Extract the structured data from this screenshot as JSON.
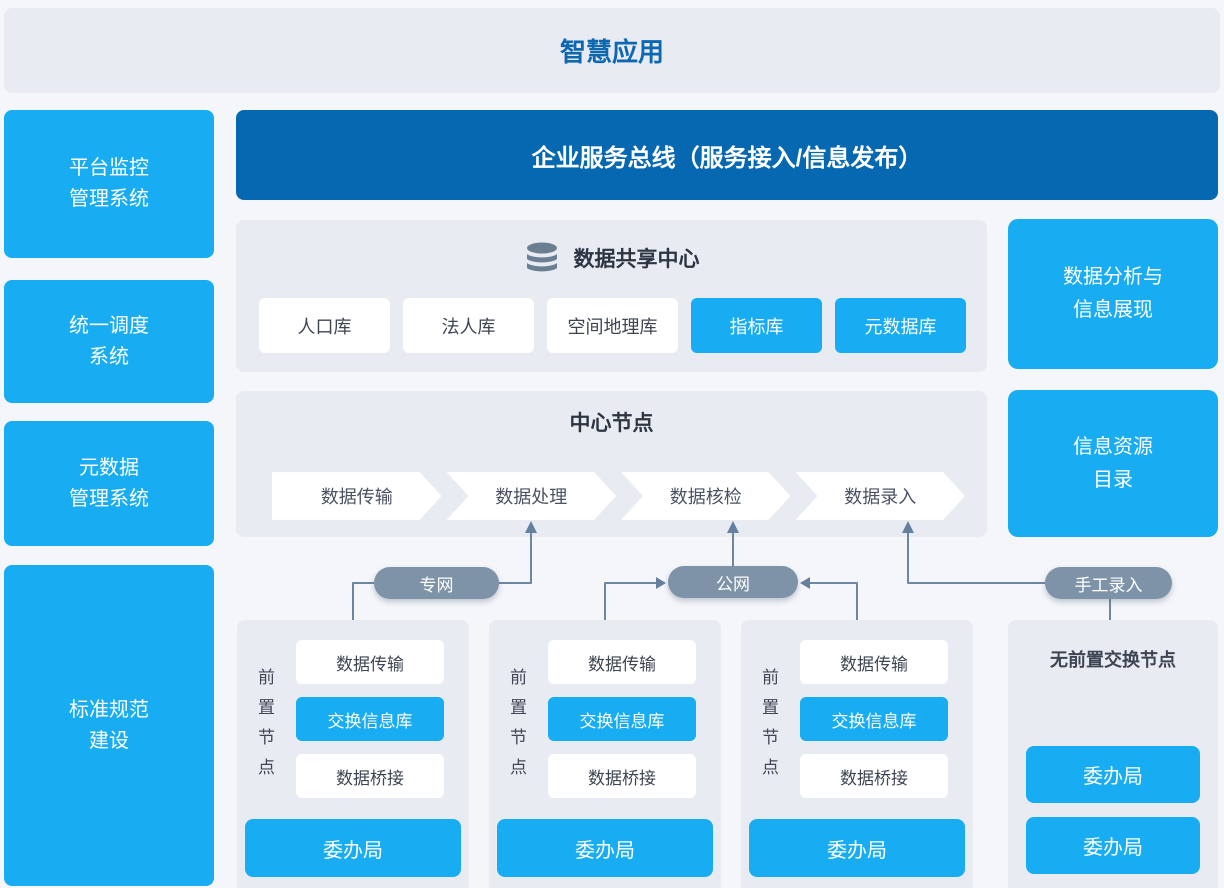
{
  "colors": {
    "accent_blue": "#18adf2",
    "dark_blue": "#0768b2",
    "title_blue": "#0d68b0",
    "panel_gray": "#e9ebf3",
    "pill_gray": "#7e93a8",
    "line_color": "#6d87a2",
    "page_bg": "#f5f6fa"
  },
  "top_banner": {
    "title": "智慧应用"
  },
  "sidebar": {
    "items": [
      {
        "label": "平台监控\n管理系统"
      },
      {
        "label": "统一调度\n系统"
      },
      {
        "label": "元数据\n管理系统"
      },
      {
        "label": "标准规范\n建设"
      }
    ]
  },
  "esb": {
    "label": "企业服务总线（服务接入/信息发布）"
  },
  "data_center": {
    "title": "数据共享中心",
    "icon": "database-icon",
    "items": [
      {
        "label": "人口库",
        "highlighted": false
      },
      {
        "label": "法人库",
        "highlighted": false
      },
      {
        "label": "空间地理库",
        "highlighted": false
      },
      {
        "label": "指标库",
        "highlighted": true
      },
      {
        "label": "元数据库",
        "highlighted": true
      }
    ]
  },
  "center_node": {
    "title": "中心节点",
    "steps": [
      "数据传输",
      "数据处理",
      "数据核检",
      "数据录入"
    ]
  },
  "connectors": {
    "pills": [
      {
        "label": "专网"
      },
      {
        "label": "公网"
      },
      {
        "label": "手工录入"
      }
    ]
  },
  "front_nodes": {
    "side_label": "前置节点",
    "groups": [
      {
        "modules": [
          "数据传输",
          "交换信息库",
          "数据桥接"
        ],
        "agency": "委办局"
      },
      {
        "modules": [
          "数据传输",
          "交换信息库",
          "数据桥接"
        ],
        "agency": "委办局"
      },
      {
        "modules": [
          "数据传输",
          "交换信息库",
          "数据桥接"
        ],
        "agency": "委办局"
      }
    ]
  },
  "right_column": {
    "boxes": [
      {
        "label": "数据分析与\n信息展现"
      },
      {
        "label": "信息资源\n目录"
      }
    ],
    "no_front_node": {
      "title": "无前置交换节点",
      "agencies": [
        "委办局",
        "委办局"
      ]
    }
  }
}
